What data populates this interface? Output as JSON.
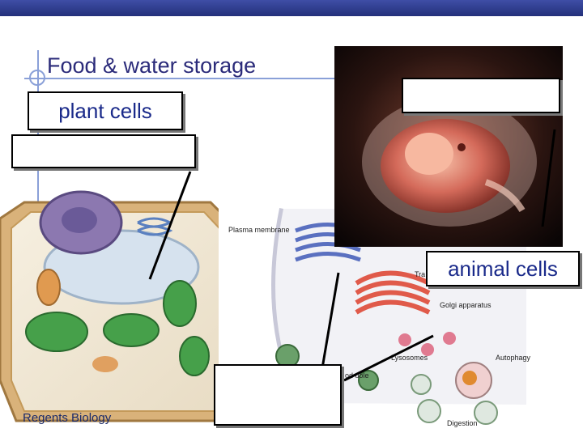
{
  "slide": {
    "title": "Food & water storage",
    "footer": "Regents Biology"
  },
  "labels": {
    "plant_cells": "plant cells",
    "animal_cells": "animal cells"
  },
  "diagram": {
    "plasma_membrane": "Plasma membrane",
    "golgi": "Golgi apparatus",
    "lysosomes": "Lysosomes",
    "autophagy": "Autophagy",
    "digestion": "Digestion",
    "transport": "Tra",
    "food_vacuole": "od uole"
  },
  "colors": {
    "title": "#2b2b7a",
    "label_text": "#1a2a8a",
    "topbar": "#3f4ea6"
  },
  "icons": [
    "crosshair-icon"
  ]
}
